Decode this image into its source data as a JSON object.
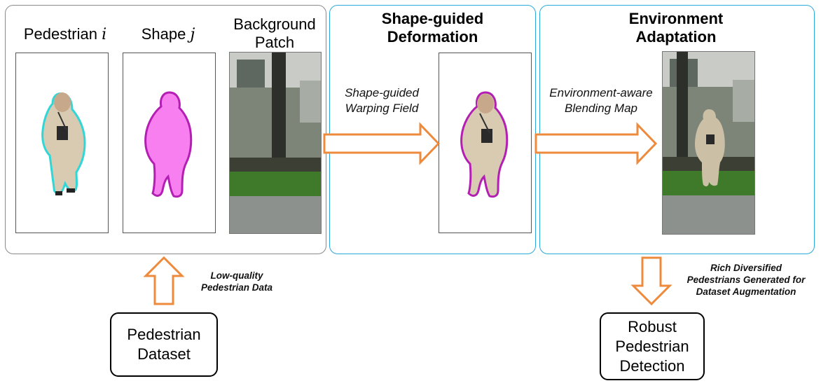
{
  "panels": {
    "input": {
      "pedestrian_label": "Pedestrian",
      "pedestrian_var": "i",
      "shape_label": "Shape",
      "shape_var": "j",
      "background_line1": "Background",
      "background_line2": "Patch"
    },
    "deformation": {
      "title_line1": "Shape-guided",
      "title_line2": "Deformation",
      "arrow_label_line1": "Shape-guided",
      "arrow_label_line2": "Warping Field"
    },
    "environment": {
      "title_line1": "Environment",
      "title_line2": "Adaptation",
      "arrow_label_line1": "Environment-aware",
      "arrow_label_line2": "Blending Map"
    }
  },
  "nodes": {
    "dataset_line1": "Pedestrian",
    "dataset_line2": "Dataset",
    "detection_line1": "Robust",
    "detection_line2": "Pedestrian",
    "detection_line3": "Detection"
  },
  "notes": {
    "low_quality_line1": "Low-quality",
    "low_quality_line2": "Pedestrian Data",
    "rich_line1": "Rich Diversified",
    "rich_line2": "Pedestrians Generated for",
    "rich_line3": "Dataset Augmentation"
  },
  "colors": {
    "arrow": "#ee8a3c",
    "panel_border_gray": "#8a8a8a",
    "panel_border_blue": "#29a9d9",
    "shape_fill": "#f77ff0",
    "shape_outline": "#b31fb3",
    "cyan_outline": "#31d6d6"
  }
}
